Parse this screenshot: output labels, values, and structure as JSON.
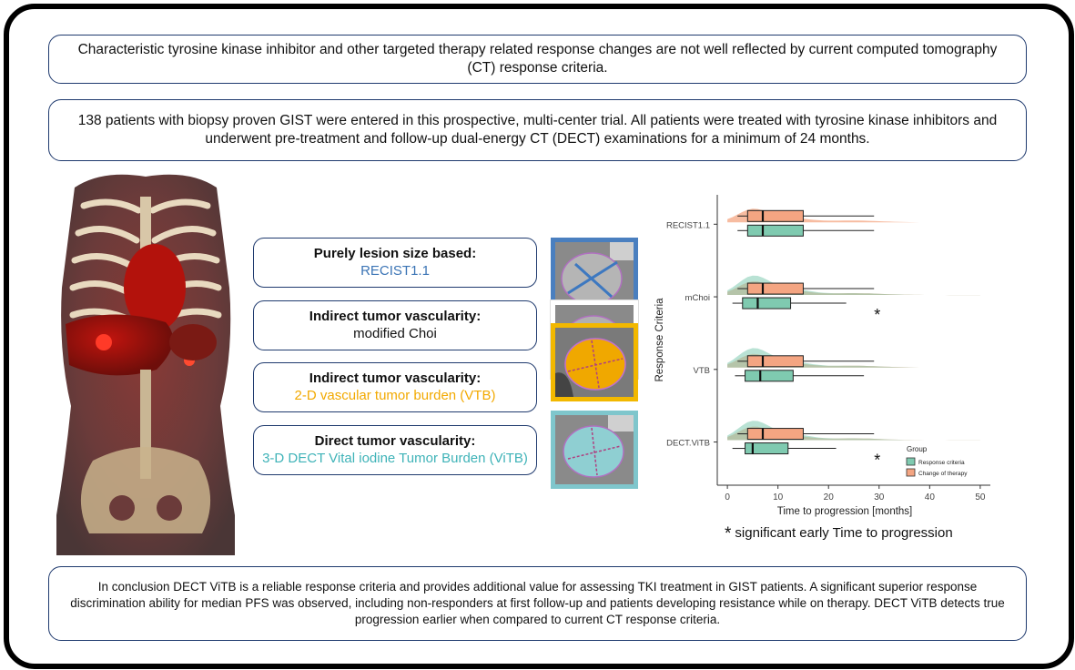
{
  "intro_text": "Characteristic tyrosine kinase inhibitor and other targeted therapy related response changes are not well reflected by current computed tomography (CT) response criteria.",
  "study_text": "138 patients with biopsy proven GIST were entered in this prospective, multi-center trial. All patients were treated with tyrosine kinase inhibitors and underwent pre-treatment and follow-up dual-energy CT (DECT) examinations for a minimum of 24 months.",
  "criteria": [
    {
      "title": "Purely lesion size based:",
      "subtitle": "RECIST1.1",
      "color": "#3b74b5"
    },
    {
      "title": "Indirect tumor vascularity:",
      "subtitle": "modified Choi",
      "color": "#111111"
    },
    {
      "title": "Indirect tumor vascularity:",
      "subtitle": "2-D vascular tumor burden (VTB)",
      "color": "#f2a900"
    },
    {
      "title": "Direct tumor vascularity:",
      "subtitle": "3-D DECT Vital iodine Tumor Burden (ViTB)",
      "color": "#3fb3b8"
    }
  ],
  "lesion_frames": [
    "#4a7fbf",
    "#ffffff",
    "#f2b800",
    "#7fc6cc"
  ],
  "colors": {
    "frame": "#000000",
    "box_border": "#1f3a6e",
    "response": "#7fcab0",
    "therapy": "#f4a582"
  },
  "chart_data": {
    "type": "boxplot",
    "ylabel": "Response Criteria",
    "xlabel": "Time to progression [months]",
    "xlim": [
      -2,
      52
    ],
    "xticks": [
      0,
      10,
      20,
      30,
      40,
      50
    ],
    "categories": [
      "RECIST1.1",
      "mChoi",
      "VTB",
      "DECT.ViTB"
    ],
    "legend": {
      "title": "Group",
      "position": "right-bottom",
      "entries": [
        "Response criteria",
        "Change of therapy"
      ]
    },
    "series": [
      {
        "name": "Response criteria",
        "color": "#7fcab0",
        "boxes": [
          {
            "min": 2,
            "q1": 4,
            "median": 7,
            "q3": 15,
            "max": 29
          },
          {
            "min": 1,
            "q1": 3,
            "median": 6,
            "q3": 12.5,
            "max": 23.5
          },
          {
            "min": 1.5,
            "q1": 3.5,
            "median": 6.5,
            "q3": 13,
            "max": 27
          },
          {
            "min": 1,
            "q1": 3.5,
            "median": 5,
            "q3": 12,
            "max": 21.5
          }
        ]
      },
      {
        "name": "Change of therapy",
        "color": "#f4a582",
        "boxes": [
          {
            "min": 2,
            "q1": 4,
            "median": 7,
            "q3": 15,
            "max": 29
          },
          {
            "min": 2,
            "q1": 4,
            "median": 7,
            "q3": 15,
            "max": 29
          },
          {
            "min": 2,
            "q1": 4,
            "median": 7,
            "q3": 15,
            "max": 29
          },
          {
            "min": 2,
            "q1": 4,
            "median": 7,
            "q3": 15,
            "max": 29
          }
        ]
      }
    ],
    "significant": [
      "mChoi",
      "DECT.ViTB"
    ]
  },
  "significance_note": "significant early Time to progression",
  "star": "*",
  "conclusion_text": "In conclusion DECT ViTB is a reliable response criteria and provides additional value for assessing TKI treatment in GIST patients. A significant superior response discrimination ability for median PFS was observed, including non-responders at first follow-up and patients developing resistance while on therapy. DECT ViTB detects true progression earlier when compared to current CT response criteria."
}
